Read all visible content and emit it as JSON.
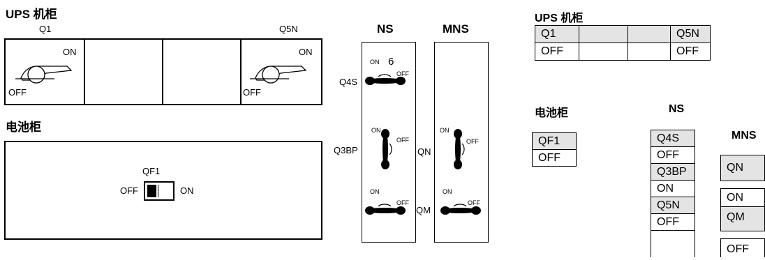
{
  "ups_cabinet": {
    "title": "UPS 机柜",
    "q1": {
      "name": "Q1",
      "on": "ON",
      "off": "OFF"
    },
    "q5n": {
      "name": "Q5N",
      "on": "ON",
      "off": "OFF"
    }
  },
  "battery_cabinet": {
    "title": "电池柜",
    "qf1": {
      "name": "QF1",
      "off": "OFF",
      "on": "ON"
    }
  },
  "ns_panel": {
    "title": "NS",
    "q4s": {
      "name": "Q4S",
      "on": "ON",
      "off": "OFF",
      "callout": "6"
    },
    "q3bp": {
      "name": "Q3BP",
      "on": "ON",
      "off": "OFF"
    },
    "q5n": {
      "on": "ON",
      "off": "OFF"
    }
  },
  "mns_panel": {
    "title": "MNS",
    "qn": {
      "name": "QN",
      "on": "ON",
      "off": "OFF"
    },
    "qm": {
      "name": "QM",
      "on": "ON",
      "off": "OFF"
    }
  },
  "legend": {
    "ups": {
      "title": "UPS 机柜",
      "q1": "Q1",
      "q1_state": "OFF",
      "q5n": "Q5N",
      "q5n_state": "OFF"
    },
    "battery": {
      "title": "电池柜",
      "qf1": "QF1",
      "qf1_state": "OFF"
    },
    "ns": {
      "title": "NS",
      "rows": [
        "Q4S",
        "OFF",
        "Q3BP",
        "ON",
        "Q5N",
        "OFF"
      ]
    },
    "mns": {
      "title": "MNS",
      "rows": [
        "QN",
        "ON",
        "QM",
        "OFF"
      ]
    }
  }
}
